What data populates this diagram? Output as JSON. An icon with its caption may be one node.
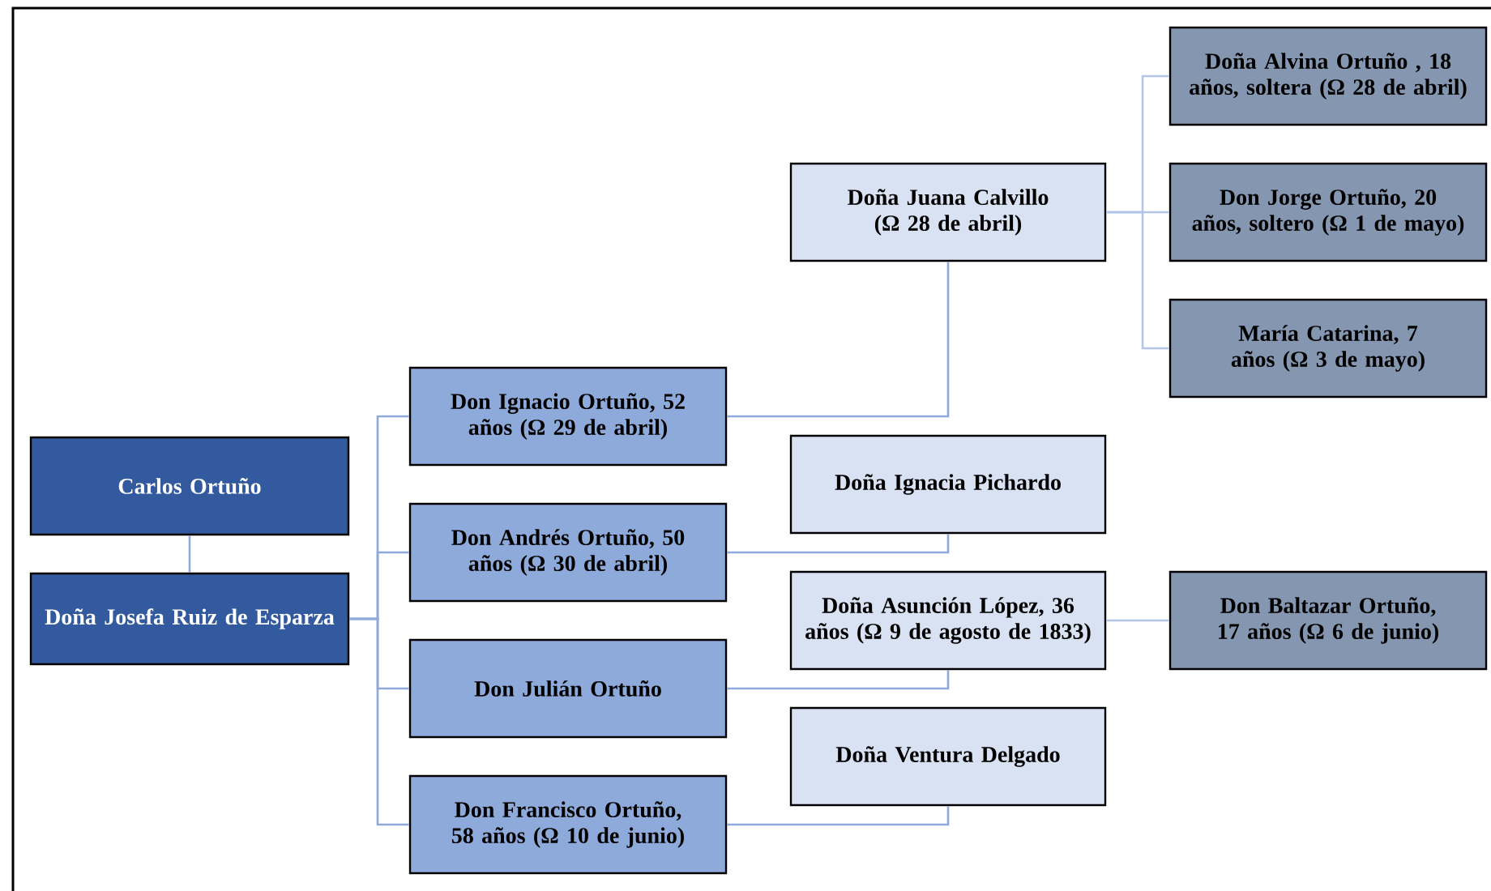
{
  "diagram": {
    "nodes": [
      {
        "text": [
          "Carlos Ortuño"
        ]
      },
      {
        "text": [
          "Doña Josefa Ruiz de Esparza"
        ]
      },
      {
        "text": [
          "Don Ignacio Ortuño, 52 años (Ω 29 de abril)"
        ]
      },
      {
        "text": [
          "Don Andrés Ortuño, 50 años (Ω 30 de abril)"
        ]
      },
      {
        "text": [
          "Don Julián Ortuño"
        ]
      },
      {
        "text": [
          "Don Francisco Ortuño, 58 años (Ω 10 de junio)"
        ]
      },
      {
        "text": [
          "Doña Juana Calvillo (Ω 28 de abril)"
        ]
      },
      {
        "text": [
          "Doña Ignacia Pichardo"
        ]
      },
      {
        "text": [
          "Doña Asunción López, 36 años (Ω 9 de agosto de 1833)"
        ]
      },
      {
        "text": [
          "Doña Ventura Delgado"
        ]
      },
      {
        "text": [
          "Doña Alvina Ortuño , 18 años, soltera (Ω 28 de abril)"
        ]
      },
      {
        "text": [
          "Don Jorge Ortuño, 20 años, soltero (Ω 1 de mayo)"
        ]
      },
      {
        "text": [
          "María Catarina, 7 años (Ω 3 de mayo)"
        ]
      },
      {
        "text": [
          "Don Baltazar Ortuño, 17 años (Ω 6 de junio)"
        ]
      }
    ],
    "edges": [
      {
        "from": 0,
        "to": 1,
        "arrow": "none"
      },
      {
        "from": 1,
        "to": 2,
        "arrow": "none"
      },
      {
        "from": 1,
        "to": 3,
        "arrow": "none"
      },
      {
        "from": 1,
        "to": 4,
        "arrow": "none"
      },
      {
        "from": 1,
        "to": 5,
        "arrow": "none"
      },
      {
        "from": 2,
        "to": 6,
        "arrow": "none"
      },
      {
        "from": 3,
        "to": 7,
        "arrow": "none"
      },
      {
        "from": 4,
        "to": 8,
        "arrow": "none"
      },
      {
        "from": 5,
        "to": 9,
        "arrow": "none"
      },
      {
        "from": 6,
        "to": 10,
        "arrow": "none",
        "color": "#b4c6e7"
      },
      {
        "from": 6,
        "to": 11,
        "arrow": "none",
        "color": "#b4c6e7"
      },
      {
        "from": 6,
        "to": 12,
        "arrow": "none",
        "color": "#b4c6e7"
      },
      {
        "from": 8,
        "to": 13,
        "arrow": "none",
        "color": "#b4c6e7"
      }
    ]
  }
}
